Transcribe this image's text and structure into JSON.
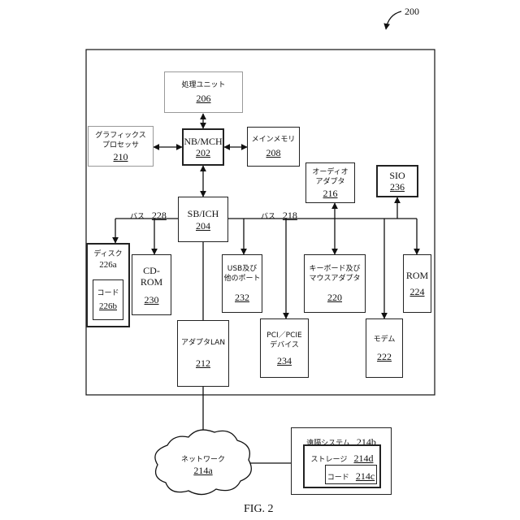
{
  "figure": {
    "number": "200",
    "caption": "FIG. 2"
  },
  "blocks": {
    "processing_unit": {
      "label": "処理ユニット",
      "ref": "206"
    },
    "nb_mch": {
      "label": "NB/MCH",
      "ref": "202"
    },
    "graphics_processor": {
      "label": "グラフィックス\nプロセッサ",
      "ref": "210"
    },
    "main_memory": {
      "label": "メインメモリ",
      "ref": "208"
    },
    "sb_ich": {
      "label": "SB/ICH",
      "ref": "204"
    },
    "audio_adapter": {
      "label": "オーディオ\nアダプタ",
      "ref": "216"
    },
    "sio": {
      "label": "SIO",
      "ref": "236"
    },
    "disk": {
      "label": "ディスク",
      "ref": "226a"
    },
    "disk_code": {
      "label": "コード",
      "ref": "226b"
    },
    "cd_rom": {
      "label": "CD-ROM",
      "ref": "230"
    },
    "usb_ports": {
      "label": "USB及び\n他のポート",
      "ref": "232"
    },
    "keyboard_mouse_adapter": {
      "label": "キーボード及び\nマウスアダプタ",
      "ref": "220"
    },
    "rom": {
      "label": "ROM",
      "ref": "224"
    },
    "lan_adapter": {
      "label": "アダプタLAN",
      "ref": "212"
    },
    "pci_pcie": {
      "label": "PCI／PCIE\nデバイス",
      "ref": "234"
    },
    "modem": {
      "label": "モデム",
      "ref": "222"
    },
    "network": {
      "label": "ネットワーク",
      "ref": "214a"
    },
    "remote_system": {
      "label": "遠隔システム",
      "ref": "214b"
    },
    "storage": {
      "label": "ストレージ",
      "ref": "214d"
    },
    "remote_code": {
      "label": "コード",
      "ref": "214c"
    }
  },
  "buses": {
    "left": {
      "label": "バス",
      "ref": "228"
    },
    "right": {
      "label": "バス",
      "ref": "218"
    }
  }
}
